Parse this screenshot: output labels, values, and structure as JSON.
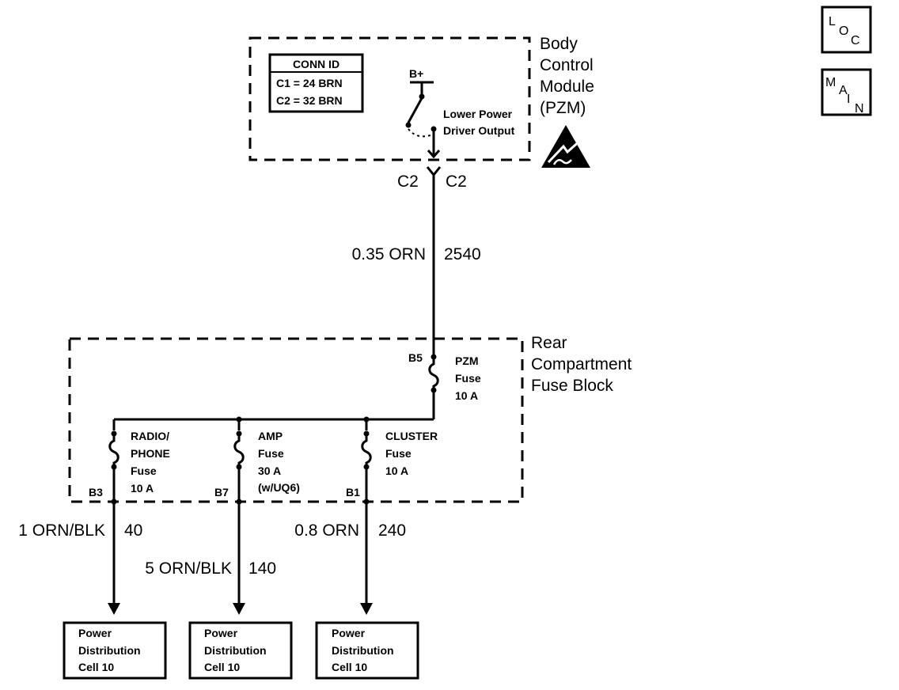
{
  "nav_badges": {
    "loc": {
      "l1": "L",
      "l2": "O",
      "l3": "C"
    },
    "main": {
      "l1": "M",
      "l2": "A",
      "l3": "I",
      "l4": "N"
    }
  },
  "bcm": {
    "title_lines": [
      "Body",
      "Control",
      "Module",
      "(PZM)"
    ],
    "conn_id": {
      "header": "CONN ID",
      "rows": [
        "C1 = 24 BRN",
        "C2 = 32 BRN"
      ]
    },
    "supply": "B+",
    "output_lines": [
      "Lower Power",
      "Driver Output"
    ],
    "esd_icon": "esd-sensitive-icon"
  },
  "connector": {
    "left": "C2",
    "right": "C2"
  },
  "main_wire": {
    "gauge_color": "0.35 ORN",
    "circuit": "2540"
  },
  "fuse_block": {
    "title_lines": [
      "Rear",
      "Compartment",
      "Fuse Block"
    ],
    "pzm_fuse": {
      "pin": "B5",
      "lines": [
        "PZM",
        "Fuse",
        "10 A"
      ]
    },
    "fuses": [
      {
        "pin": "B3",
        "lines": [
          "RADIO/",
          "PHONE",
          "Fuse",
          "10 A"
        ]
      },
      {
        "pin": "B7",
        "lines": [
          "AMP",
          "Fuse",
          "30 A",
          "(w/UQ6)"
        ]
      },
      {
        "pin": "B1",
        "lines": [
          "CLUSTER",
          "Fuse",
          "10 A"
        ]
      }
    ]
  },
  "output_wires": [
    {
      "gauge_color": "1 ORN/BLK",
      "circuit": "40"
    },
    {
      "gauge_color": "5 ORN/BLK",
      "circuit": "140"
    },
    {
      "gauge_color": "0.8 ORN",
      "circuit": "240"
    }
  ],
  "destinations": [
    {
      "lines": [
        "Power",
        "Distribution",
        "Cell 10"
      ]
    },
    {
      "lines": [
        "Power",
        "Distribution",
        "Cell 10"
      ]
    },
    {
      "lines": [
        "Power",
        "Distribution",
        "Cell 10"
      ]
    }
  ]
}
